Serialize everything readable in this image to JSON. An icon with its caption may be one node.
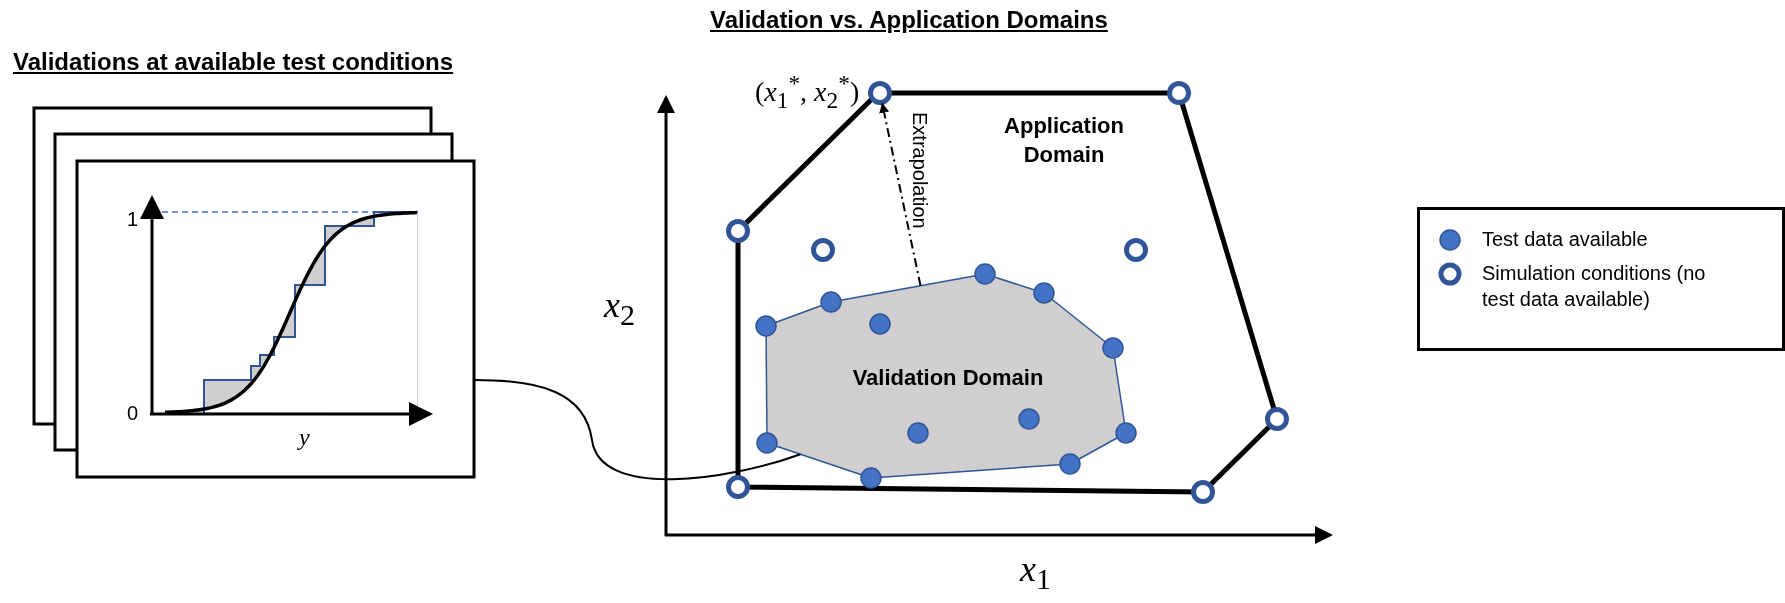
{
  "diagram": {
    "title": "Validation vs. Application Domains",
    "nodes": [
      {
        "text": [
          "Validations at available test conditions"
        ]
      },
      {
        "text": [
          "Application Domain"
        ]
      },
      {
        "text": [
          "Validation Domain"
        ],
        "in": 1
      },
      {
        "text": [],
        "shape": "circle",
        "beside": [
          "(*x*$_{1}$$^{*}$, *x*$_{2}$$^{*}$)"
        ]
      },
      {
        "text": [],
        "shape": "circle"
      },
      {
        "text": [],
        "shape": "circle"
      },
      {
        "text": [],
        "shape": "circle",
        "in": 1
      },
      {
        "text": [],
        "shape": "circle",
        "in": 1
      },
      {
        "text": [],
        "shape": "circle"
      },
      {
        "text": [],
        "shape": "circle"
      },
      {
        "text": [],
        "shape": "circle"
      }
    ],
    "edges": [
      {
        "from": 0,
        "to": 2,
        "arrow": "none"
      },
      {
        "from": 2,
        "to": 3,
        "arrow": "to",
        "label": "Extrapolation",
        "style": "dashed"
      }
    ],
    "labels": [
      "1",
      "*x*$_{2}$",
      "0",
      "y",
      "*x*$_{1}$"
    ],
    "legend": [
      {
        "text": "Test data available",
        "color": "#4472c4"
      },
      {
        "text": "Simulation conditions (no test data available)"
      }
    ]
  }
}
